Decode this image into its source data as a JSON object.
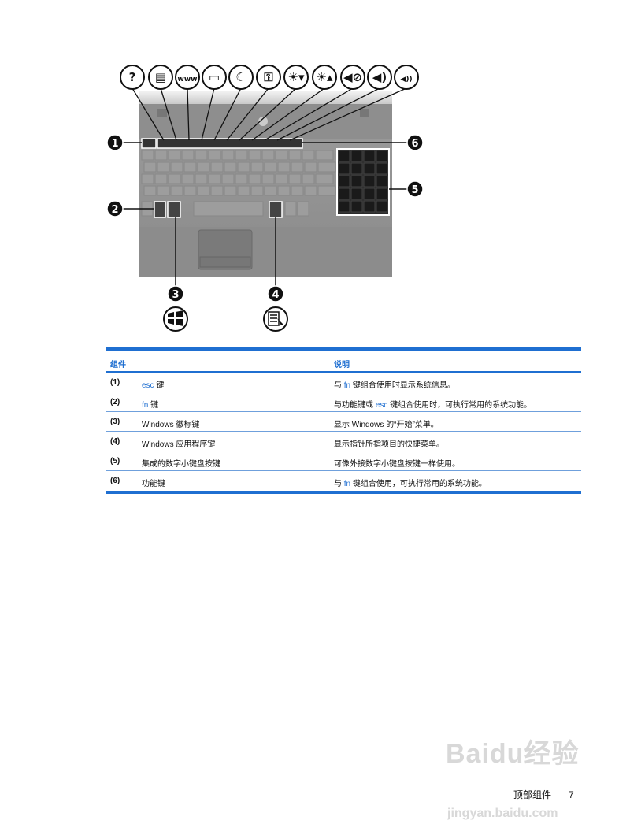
{
  "figure": {
    "function_key_icons": [
      "help-icon",
      "print-icon",
      "www-icon",
      "display-switch-icon",
      "sleep-icon",
      "lock-icon",
      "brightness-down-icon",
      "brightness-up-icon",
      "mute-icon",
      "volume-down-icon",
      "volume-up-icon"
    ],
    "callouts": [
      "1",
      "2",
      "3",
      "4",
      "5",
      "6"
    ],
    "bottom_icons": [
      "windows-logo-icon",
      "application-menu-icon"
    ]
  },
  "table": {
    "headers": {
      "component": "组件",
      "description": "说明"
    },
    "accent_color": "#1f6fd1",
    "rows": [
      {
        "num": "(1)",
        "name_kw": "esc",
        "name": " 键",
        "desc_pre": "与 ",
        "desc_kw": "fn",
        "desc_post": " 键组合使用时显示系统信息。"
      },
      {
        "num": "(2)",
        "name_kw": "fn",
        "name": " 键",
        "desc_pre": "与功能键或 ",
        "desc_kw": "esc",
        "desc_post": " 键组合使用时，可执行常用的系统功能。"
      },
      {
        "num": "(3)",
        "name_kw": "",
        "name": "Windows 徽标键",
        "desc_pre": "显示 Windows 的“开始”菜单。",
        "desc_kw": "",
        "desc_post": ""
      },
      {
        "num": "(4)",
        "name_kw": "",
        "name": "Windows 应用程序键",
        "desc_pre": "显示指针所指项目的快捷菜单。",
        "desc_kw": "",
        "desc_post": ""
      },
      {
        "num": "(5)",
        "name_kw": "",
        "name": "集成的数字小键盘按键",
        "desc_pre": "可像外接数字小键盘按键一样使用。",
        "desc_kw": "",
        "desc_post": ""
      },
      {
        "num": "(6)",
        "name_kw": "",
        "name": "功能键",
        "desc_pre": "与 ",
        "desc_kw": "fn",
        "desc_post": " 键组合使用，可执行常用的系统功能。"
      }
    ]
  },
  "footer": {
    "section": "顶部组件",
    "page": "7"
  },
  "watermark": {
    "text": "Baidu经验",
    "url": "jingyan.baidu.com"
  }
}
